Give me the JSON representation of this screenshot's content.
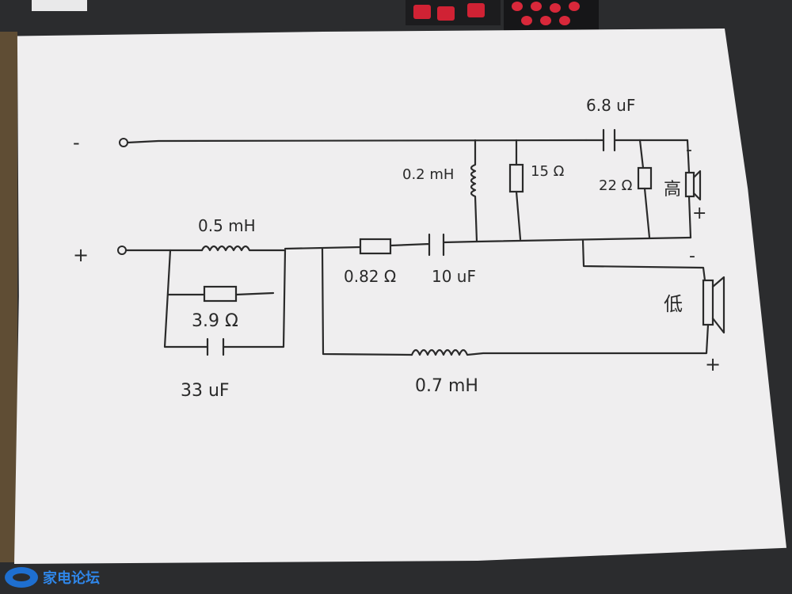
{
  "terminals": {
    "input_negative": "-",
    "input_positive": "+"
  },
  "components": {
    "l_series_input": "0.5 mH",
    "r_parallel_input": "3.9 Ω",
    "c_parallel_input": "33 uF",
    "r_series_tweeter": "0.82 Ω",
    "c_series_tweeter": "10 uF",
    "l_shunt_tweeter": "0.2 mH",
    "r_shunt_tweeter": "15 Ω",
    "c_series_high": "6.8 uF",
    "r_shunt_high": "22 Ω",
    "l_series_woofer": "0.7 mH"
  },
  "speakers": {
    "tweeter_label": "高",
    "tweeter_minus": "-",
    "tweeter_plus": "+",
    "woofer_label": "低",
    "woofer_minus": "-",
    "woofer_plus": "+"
  },
  "colors": {
    "paper": "#efeeef",
    "ink": "#2a2a2a",
    "background": "#2b2c2e",
    "accent_red": "#d8283a",
    "watermark_blue": "#2f86e8"
  }
}
